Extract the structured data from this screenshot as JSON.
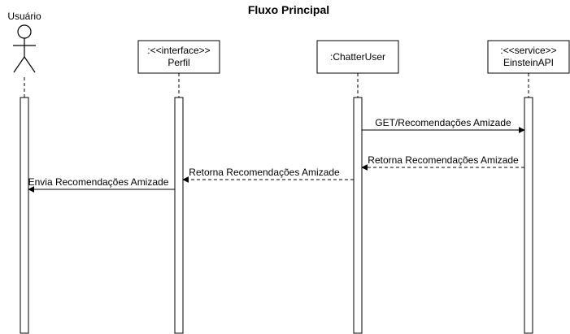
{
  "title": "Fluxo Principal",
  "actor": {
    "label": "Usuário"
  },
  "participants": [
    {
      "line1": ":<<interface>>",
      "line2": "Perfil"
    },
    {
      "line1": ":ChatterUser",
      "line2": ""
    },
    {
      "line1": ":<<service>>",
      "line2": "EinsteinAPI"
    }
  ],
  "messages": [
    {
      "label": "GET/Recomendações Amizade",
      "style": "solid"
    },
    {
      "label": "Retorna Recomendações Amizade",
      "style": "dashed"
    },
    {
      "label": "Retorna Recomendações Amizade",
      "style": "dashed"
    },
    {
      "label": "Envia Recomendações Amizade",
      "style": "solid"
    }
  ],
  "colors": {
    "line": "#000000",
    "fill": "#ffffff"
  }
}
